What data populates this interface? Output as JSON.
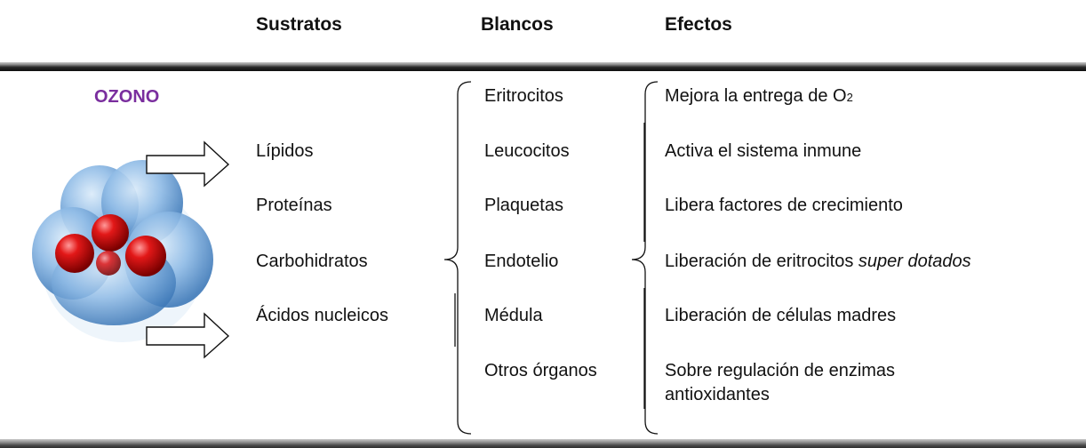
{
  "headers": {
    "sustratos": "Sustratos",
    "blancos": "Blancos",
    "efectos": "Efectos"
  },
  "ozono_label": "OZONO",
  "sustratos": [
    "Lípidos",
    "Proteínas",
    "Carbohidratos",
    "Ácidos nucleicos"
  ],
  "blancos": [
    "Eritrocitos",
    "Leucocitos",
    "Plaquetas",
    "Endotelio",
    "Médula",
    "Otros órganos"
  ],
  "efectos": {
    "e1_main": "Mejora la entrega de O",
    "e1_sub": "2",
    "e2": "Activa el sistema inmune",
    "e3": "Libera factores de crecimiento",
    "e4_main": "Liberación de eritrocitos ",
    "e4_italic": "super dotados",
    "e5": "Liberación de células madres",
    "e6_line1": "Sobre regulación de enzimas",
    "e6_line2": "antioxidantes"
  },
  "colors": {
    "ozono": "#7a2e9e",
    "molecule_red": "#cc1414",
    "molecule_blue": "#7fb0e0"
  },
  "icons": [
    "ozone-molecule-image",
    "arrow-right-icon"
  ]
}
